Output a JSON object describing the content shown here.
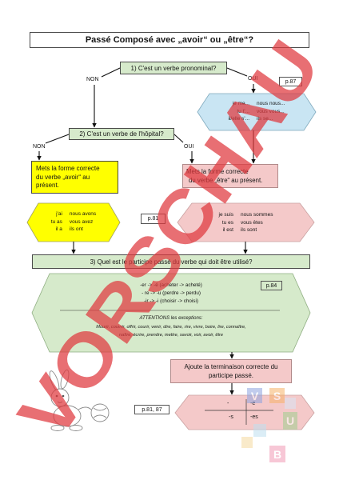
{
  "title": "Passé Composé avec „avoir“ ou „être“?",
  "watermark": "VORSCHAU",
  "colors": {
    "green": "#d6eacb",
    "yellow": "#ffff00",
    "pink": "#f4c9c9",
    "blue": "#c9e5f3",
    "watermark": "#e0393e"
  },
  "step1": {
    "question": "1) C'est un verbe pronominal?",
    "no_label": "NON",
    "yes_label": "OUI",
    "page_ref": "p.87",
    "pronouns": [
      [
        "je me...",
        "nous nous..."
      ],
      [
        "tu t'...",
        "vous vous..."
      ],
      [
        "il/elle s'...",
        "ils se..."
      ]
    ]
  },
  "step2": {
    "question": "2) C'est un verbe de l'hôpital?",
    "no_label": "NON",
    "yes_label": "OUI",
    "avoir_instruction": [
      "Mets la forme correcte",
      "du verbe „avoir“ au",
      "présent."
    ],
    "etre_instruction": [
      "Mets la forme correcte",
      "du verbe „être“ au présent."
    ],
    "avoir_forms": [
      [
        "j'ai",
        "nous avons"
      ],
      [
        "tu as",
        "vous avez"
      ],
      [
        "il a",
        "ils ont"
      ]
    ],
    "avoir_page_ref": "p.81",
    "etre_forms": [
      [
        "je suis",
        "nous sommes"
      ],
      [
        "tu es",
        "vous êtes"
      ],
      [
        "il est",
        "ils sont"
      ]
    ]
  },
  "step3": {
    "question": "3) Quel est le participe passé du verbe qui doit être utilisé?",
    "page_ref": "p.84",
    "rules": [
      "-er -> -é (acheter -> acheté)",
      "- re -> -u (perdre -> perdu)",
      "-ir -> -i (choisir -> choisi)"
    ],
    "exceptions_heading": "ATTENTIONS les exceptions:",
    "exceptions": [
      "Mourir, couvrir, offrir, courir, venir, dire, faire, rire, vivre, boire, lire, connaître,",
      "naître, écrire, prendre, mettre, savoir, voir, avoir, être"
    ]
  },
  "step4": {
    "instruction": [
      "Ajoute la terminaison correcte du",
      "participe passé."
    ],
    "page_ref": "p.81, 87",
    "endings": [
      [
        "-",
        "-e"
      ],
      [
        "-s",
        "-es"
      ]
    ]
  },
  "logo": {
    "letters": [
      "V",
      "S",
      "U",
      "B"
    ]
  }
}
